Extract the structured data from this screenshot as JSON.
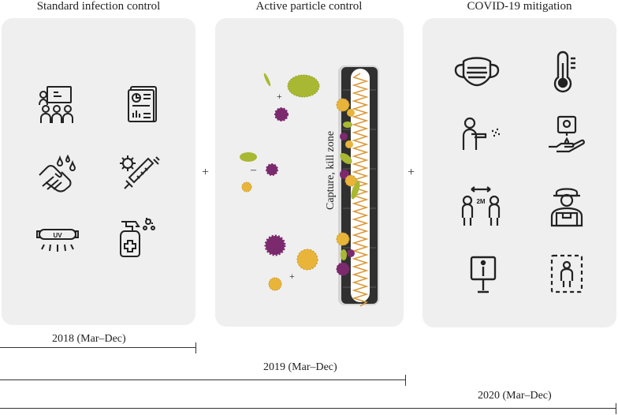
{
  "columns": {
    "left": {
      "title": "Standard infection control"
    },
    "middle": {
      "title": "Active particle control",
      "zone_label": "Capture, kill zone"
    },
    "right": {
      "title": "COVID-19 mitigation"
    }
  },
  "operators": {
    "plus1": "+",
    "plus2": "+"
  },
  "particle_signs": {
    "plus_a": "+",
    "minus": "–",
    "plus_b": "+"
  },
  "timeline": [
    {
      "label": "2018 (Mar–Dec)"
    },
    {
      "label": "2019 (Mar–Dec)"
    },
    {
      "label": "2020 (Mar–Dec)"
    }
  ],
  "icons": {
    "left": [
      "meeting-icon",
      "report-document-icon",
      "handwashing-icon",
      "syringe-virus-icon",
      "uv-lamp-icon",
      "disinfectant-spray-icon"
    ],
    "right": [
      "face-mask-icon",
      "thermometer-icon",
      "disinfection-worker-icon",
      "hand-sanitizer-dispenser-icon",
      "social-distancing-icon",
      "delivery-person-icon",
      "information-sign-icon",
      "person-frame-icon"
    ]
  },
  "colors": {
    "panel": "#efefef",
    "virus_purple": "#7b2a6e",
    "bacteria_green": "#a8b832",
    "spore_yellow": "#e8b43a",
    "coil_orange": "#d99a3a"
  }
}
